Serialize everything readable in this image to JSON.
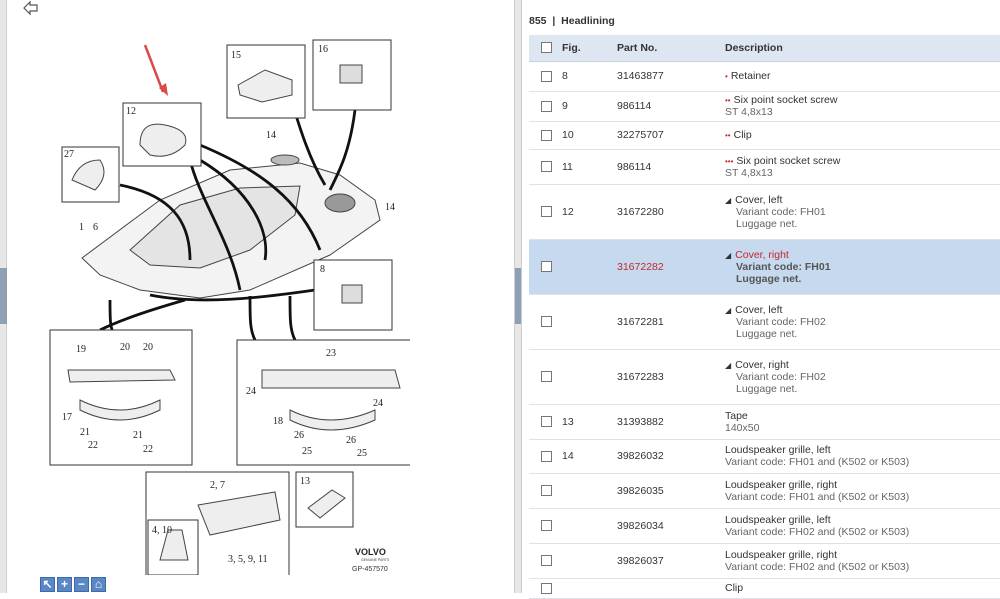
{
  "section": {
    "number": "855",
    "separator": "|",
    "name": "Headlining"
  },
  "table": {
    "headers": {
      "fig": "Fig.",
      "part": "Part No.",
      "desc": "Description"
    },
    "rows": [
      {
        "fig": "8",
        "part": "31463877",
        "dots": "•",
        "title": "Retainer",
        "lines": []
      },
      {
        "fig": "9",
        "part": "986114",
        "dots": "••",
        "title": "Six point socket screw",
        "lines": [
          "ST 4,8x13"
        ]
      },
      {
        "fig": "10",
        "part": "32275707",
        "dots": "••",
        "title": "Clip",
        "lines": []
      },
      {
        "fig": "11",
        "part": "986114",
        "dots": "•••",
        "title": "Six point socket screw",
        "lines": [
          "ST 4,8x13"
        ]
      },
      {
        "fig": "12",
        "part": "31672280",
        "tri": "◢",
        "title": "Cover, left",
        "lines": [
          "Variant code: FH01",
          "Luggage net."
        ]
      },
      {
        "fig": "",
        "part": "31672282",
        "tri": "◢",
        "title": "Cover, right",
        "lines": [
          "Variant code: FH01",
          "Luggage net."
        ],
        "selected": true
      },
      {
        "fig": "",
        "part": "31672281",
        "tri": "◢",
        "title": "Cover, left",
        "lines": [
          "Variant code: FH02",
          "Luggage net."
        ]
      },
      {
        "fig": "",
        "part": "31672283",
        "tri": "◢",
        "title": "Cover, right",
        "lines": [
          "Variant code: FH02",
          "Luggage net."
        ]
      },
      {
        "fig": "13",
        "part": "31393882",
        "title": "Tape",
        "lines": [
          "140x50"
        ]
      },
      {
        "fig": "14",
        "part": "39826032",
        "title": "Loudspeaker grille, left",
        "lines": [
          "Variant code: FH01 and (K502 or K503)"
        ]
      },
      {
        "fig": "",
        "part": "39826035",
        "title": "Loudspeaker grille, right",
        "lines": [
          "Variant code: FH01 and (K502 or K503)"
        ]
      },
      {
        "fig": "",
        "part": "39826034",
        "title": "Loudspeaker grille, left",
        "lines": [
          "Variant code: FH02 and (K502 or K503)"
        ]
      },
      {
        "fig": "",
        "part": "39826037",
        "title": "Loudspeaker grille, right",
        "lines": [
          "Variant code: FH02 and (K502 or K503)"
        ]
      },
      {
        "fig": "",
        "part": "",
        "title": "Clip",
        "lines": []
      }
    ]
  },
  "diagram": {
    "callouts": {
      "c15": "15",
      "c16": "16",
      "c12": "12",
      "c27": "27",
      "c14a": "14",
      "c14b": "14",
      "c1": "1",
      "c6": "6",
      "c8": "8",
      "c19": "19",
      "c20a": "20",
      "c20b": "20",
      "c17": "17",
      "c21a": "21",
      "c21b": "21",
      "c22a": "22",
      "c22b": "22",
      "c23": "23",
      "c24a": "24",
      "c24b": "24",
      "c18": "18",
      "c26a": "26",
      "c26b": "26",
      "c25a": "25",
      "c25b": "25",
      "c13": "13",
      "c27b": "2, 7",
      "c410": "4, 10",
      "c3591": "3, 5, 9, 11"
    },
    "brand": "VOLVO",
    "brand_sub": "GENUINE PARTS",
    "ref": "GP-457570"
  },
  "icons": {
    "back": "back-arrow-icon",
    "zoom": [
      "pointer-icon",
      "zoom-in-icon",
      "zoom-out-icon",
      "home-icon"
    ]
  },
  "colors": {
    "accent_red": "#c0292b",
    "header_bg": "#dde6f1",
    "selected_bg": "#c6d9ef",
    "zoom_btn": "#5a87c6"
  }
}
